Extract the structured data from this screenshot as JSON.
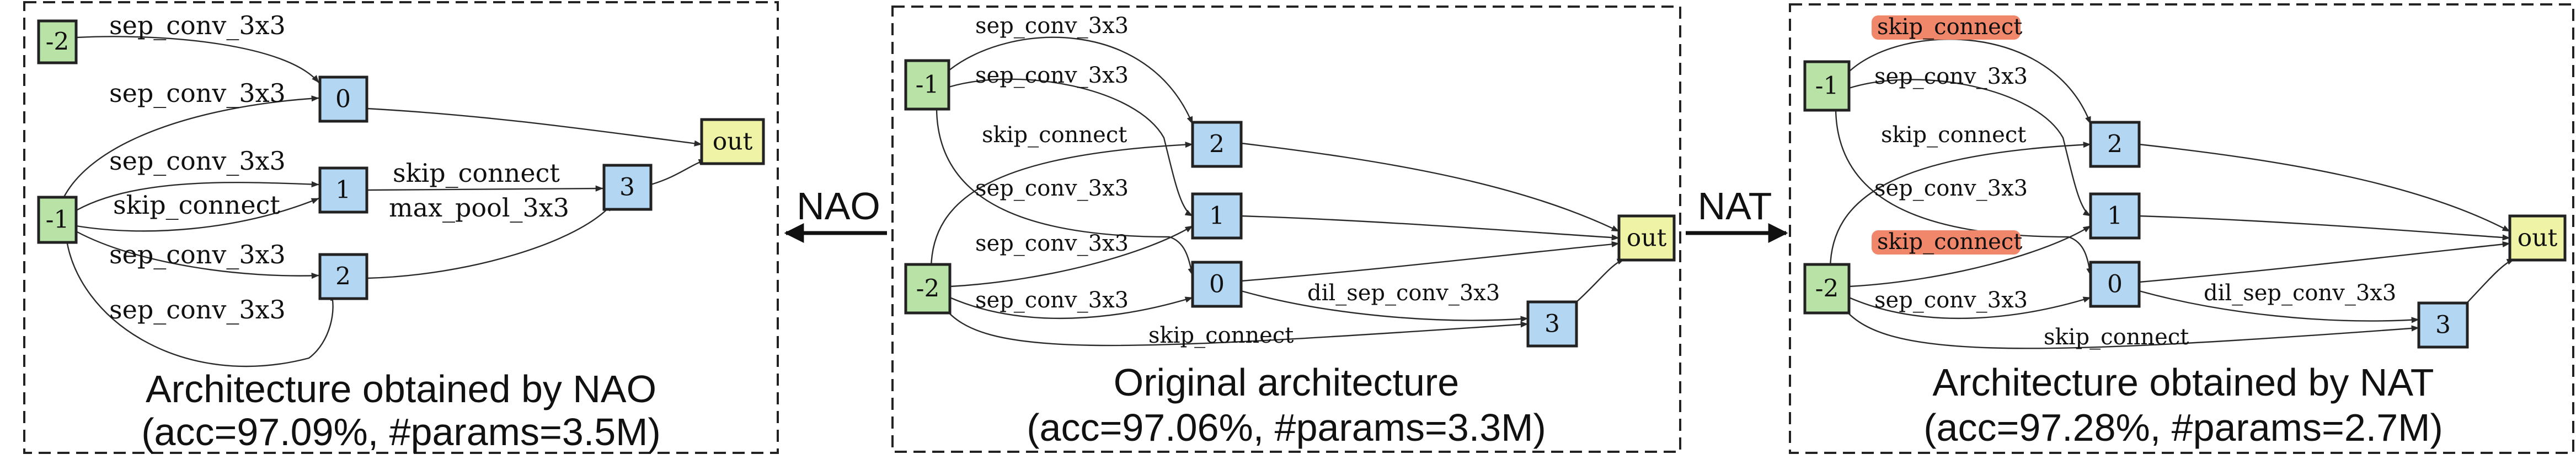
{
  "colors": {
    "input_node": "#b9e3a6",
    "inner_node": "#b3d6f2",
    "output_node": "#eef3a6",
    "highlight": "#f0876a"
  },
  "arrows": {
    "nao_label": "NAO",
    "nat_label": "NAT"
  },
  "panels": [
    {
      "id": "nao",
      "caption_line1": "Architecture obtained by NAO",
      "caption_line2": "(acc=97.09%, #params=3.5M)",
      "nodes": [
        {
          "id": "-2",
          "label": "-2",
          "type": "input"
        },
        {
          "id": "-1",
          "label": "-1",
          "type": "input"
        },
        {
          "id": "0",
          "label": "0",
          "type": "inner"
        },
        {
          "id": "1",
          "label": "1",
          "type": "inner"
        },
        {
          "id": "2",
          "label": "2",
          "type": "inner"
        },
        {
          "id": "3",
          "label": "3",
          "type": "inner"
        },
        {
          "id": "out",
          "label": "out",
          "type": "output"
        }
      ],
      "edges": [
        {
          "from": "-2",
          "to": "0",
          "label": "sep_conv_3x3"
        },
        {
          "from": "-1",
          "to": "0",
          "label": "sep_conv_3x3"
        },
        {
          "from": "-1",
          "to": "1",
          "label": "sep_conv_3x3"
        },
        {
          "from": "-1",
          "to": "1",
          "label": "skip_connect"
        },
        {
          "from": "-1",
          "to": "2",
          "label": "sep_conv_3x3"
        },
        {
          "from": "-1",
          "to": "2",
          "label": "sep_conv_3x3"
        },
        {
          "from": "1",
          "to": "3",
          "label": "skip_connect"
        },
        {
          "from": "2",
          "to": "3",
          "label": "max_pool_3x3"
        },
        {
          "from": "0",
          "to": "out",
          "label": ""
        },
        {
          "from": "3",
          "to": "out",
          "label": ""
        }
      ]
    },
    {
      "id": "original",
      "caption_line1": "Original architecture",
      "caption_line2": "(acc=97.06%, #params=3.3M)",
      "nodes": [
        {
          "id": "-1",
          "label": "-1",
          "type": "input"
        },
        {
          "id": "-2",
          "label": "-2",
          "type": "input"
        },
        {
          "id": "2",
          "label": "2",
          "type": "inner"
        },
        {
          "id": "1",
          "label": "1",
          "type": "inner"
        },
        {
          "id": "0",
          "label": "0",
          "type": "inner"
        },
        {
          "id": "3",
          "label": "3",
          "type": "inner"
        },
        {
          "id": "out",
          "label": "out",
          "type": "output"
        }
      ],
      "edges": [
        {
          "from": "-1",
          "to": "2",
          "label": "sep_conv_3x3"
        },
        {
          "from": "-1",
          "to": "1",
          "label": "sep_conv_3x3"
        },
        {
          "from": "-2",
          "to": "2",
          "label": "skip_connect"
        },
        {
          "from": "-1",
          "to": "0",
          "label": "sep_conv_3x3"
        },
        {
          "from": "-2",
          "to": "1",
          "label": "sep_conv_3x3"
        },
        {
          "from": "-2",
          "to": "0",
          "label": "sep_conv_3x3"
        },
        {
          "from": "0",
          "to": "3",
          "label": "dil_sep_conv_3x3"
        },
        {
          "from": "-2",
          "to": "3",
          "label": "skip_connect"
        },
        {
          "from": "2",
          "to": "out",
          "label": ""
        },
        {
          "from": "1",
          "to": "out",
          "label": ""
        },
        {
          "from": "0",
          "to": "out",
          "label": ""
        },
        {
          "from": "3",
          "to": "out",
          "label": ""
        }
      ]
    },
    {
      "id": "nat",
      "caption_line1": "Architecture obtained by NAT",
      "caption_line2": "(acc=97.28%, #params=2.7M)",
      "nodes": [
        {
          "id": "-1",
          "label": "-1",
          "type": "input"
        },
        {
          "id": "-2",
          "label": "-2",
          "type": "input"
        },
        {
          "id": "2",
          "label": "2",
          "type": "inner"
        },
        {
          "id": "1",
          "label": "1",
          "type": "inner"
        },
        {
          "id": "0",
          "label": "0",
          "type": "inner"
        },
        {
          "id": "3",
          "label": "3",
          "type": "inner"
        },
        {
          "id": "out",
          "label": "out",
          "type": "output"
        }
      ],
      "edges": [
        {
          "from": "-1",
          "to": "2",
          "label": "skip_connect",
          "highlight": true
        },
        {
          "from": "-1",
          "to": "1",
          "label": "sep_conv_3x3"
        },
        {
          "from": "-2",
          "to": "2",
          "label": "skip_connect"
        },
        {
          "from": "-1",
          "to": "0",
          "label": "sep_conv_3x3"
        },
        {
          "from": "-2",
          "to": "1",
          "label": "skip_connect",
          "highlight": true
        },
        {
          "from": "-2",
          "to": "0",
          "label": "sep_conv_3x3"
        },
        {
          "from": "0",
          "to": "3",
          "label": "dil_sep_conv_3x3"
        },
        {
          "from": "-2",
          "to": "3",
          "label": "skip_connect"
        },
        {
          "from": "2",
          "to": "out",
          "label": ""
        },
        {
          "from": "1",
          "to": "out",
          "label": ""
        },
        {
          "from": "0",
          "to": "out",
          "label": ""
        },
        {
          "from": "3",
          "to": "out",
          "label": ""
        }
      ]
    }
  ]
}
